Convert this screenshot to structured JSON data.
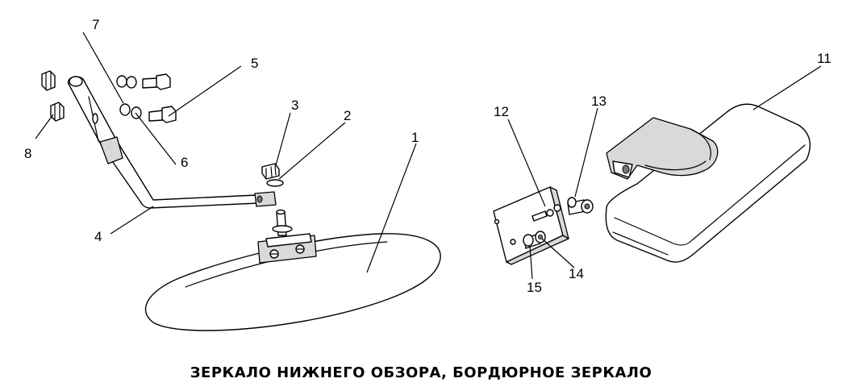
{
  "caption": "ЗЕРКАЛО НИЖНЕГО ОБЗОРА, БОРДЮРНОЕ ЗЕРКАЛО",
  "callouts": [
    "1",
    "2",
    "3",
    "4",
    "5",
    "6",
    "7",
    "8",
    "11",
    "12",
    "13",
    "14",
    "15"
  ]
}
